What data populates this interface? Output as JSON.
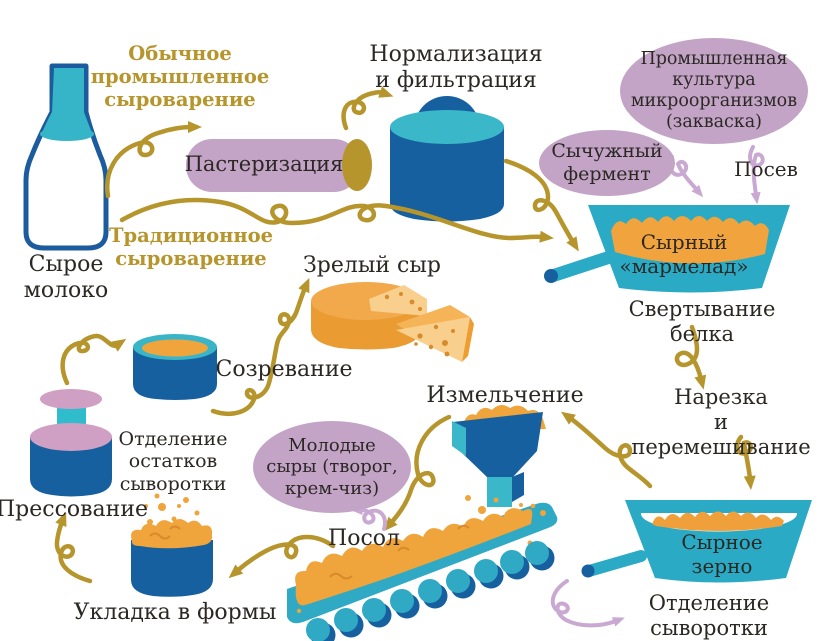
{
  "palette": {
    "gold": "#b6952c",
    "dark_blue": "#17609f",
    "teal": "#2fa9c4",
    "teal_light": "#3ab7c9",
    "pink_shape": "#c3a4c6",
    "pink_arrow": "#c9a9d1",
    "orange": "#f0a43c",
    "orange_light": "#f8cf8c",
    "text": "#2b2824",
    "background": "#ffffff"
  },
  "icons": [
    "milk-bottle",
    "pasteurizer-cylinder",
    "normalization-tank",
    "cheese-kettle",
    "grain-kettle",
    "grinder-funnel",
    "conveyor-belt",
    "molding-pot",
    "cheese-press",
    "ripening-pot",
    "cheese-wheel",
    "cheese-wedge",
    "curly-arrow"
  ],
  "labels": {
    "raw_milk": "Сырое\nмолоко",
    "industrial_heading": "Обычное\nпромышленное\nсыроварение",
    "traditional_heading": "Традиционное\nсыроварение",
    "pasteurization": "Пастеризация",
    "normalization": "Нормализация\nи фильтрация",
    "starter_culture": "Промышленная\nкультура\nмикроорганизмов\n(закваска)",
    "rennet": "Сычужный\nфермент",
    "seeding": "Посев",
    "cheese_marmalade": "Сырный\n«мармелад»",
    "protein_coagulation": "Свертывание белка",
    "cutting_mixing": "Нарезка\nи перемешивание",
    "cheese_grain": "Сырное\nзерно",
    "whey_separation": "Отделение сыворотки",
    "grinding": "Измельчение",
    "salting": "Посол",
    "young_cheeses": "Молодые\nсыры (творог,\nкрем-чиз)",
    "molding": "Укладка в формы",
    "pressing": "Прессование",
    "residual_whey": "Отделение\nостатков\nсыворотки",
    "ripening": "Созревание",
    "ripe_cheese": "Зрелый сыр"
  }
}
